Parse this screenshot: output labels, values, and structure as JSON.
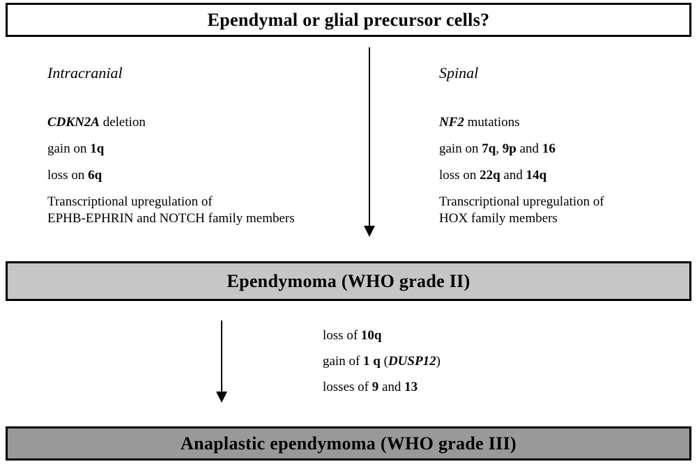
{
  "colors": {
    "background": "#ffffff",
    "text": "#000000",
    "box_border": "#000000",
    "top_box_fill": "#ffffff",
    "middle_box_fill": "#c6c6c6",
    "bottom_box_fill": "#999999"
  },
  "icons": {
    "main_arrow": "down-arrow",
    "progression_arrow": "down-arrow"
  },
  "boxes": {
    "precursor": {
      "label": "Ependymal or glial precursor cells?"
    },
    "ependymoma": {
      "label": "Ependymoma (WHO grade II)"
    },
    "anaplastic": {
      "label": "Anaplastic ependymoma (WHO grade III)"
    }
  },
  "columns": {
    "intracranial": {
      "heading": "Intracranial",
      "items": [
        {
          "segments": [
            {
              "text": "CDKN2A",
              "style": "bolditalic"
            },
            {
              "text": " deletion",
              "style": "normal"
            }
          ]
        },
        {
          "segments": [
            {
              "text": "gain on ",
              "style": "normal"
            },
            {
              "text": "1q",
              "style": "bold"
            }
          ]
        },
        {
          "segments": [
            {
              "text": "loss on ",
              "style": "normal"
            },
            {
              "text": "6q",
              "style": "bold"
            }
          ]
        },
        {
          "segments": [
            {
              "text": "Transcriptional upregulation of",
              "style": "normal"
            },
            {
              "text": "EPHB-EPHRIN and NOTCH family members",
              "style": "normal",
              "br": true
            }
          ]
        }
      ]
    },
    "spinal": {
      "heading": "Spinal",
      "items": [
        {
          "segments": [
            {
              "text": "NF2",
              "style": "bolditalic"
            },
            {
              "text": " mutations",
              "style": "normal"
            }
          ]
        },
        {
          "segments": [
            {
              "text": "gain on ",
              "style": "normal"
            },
            {
              "text": "7q",
              "style": "bold"
            },
            {
              "text": ", ",
              "style": "normal"
            },
            {
              "text": "9p",
              "style": "bold"
            },
            {
              "text": " and ",
              "style": "normal"
            },
            {
              "text": "16",
              "style": "bold"
            }
          ]
        },
        {
          "segments": [
            {
              "text": "loss on ",
              "style": "normal"
            },
            {
              "text": "22q",
              "style": "bold"
            },
            {
              "text": " and ",
              "style": "normal"
            },
            {
              "text": "14q",
              "style": "bold"
            }
          ]
        },
        {
          "segments": [
            {
              "text": "Transcriptional upregulation of",
              "style": "normal"
            },
            {
              "text": "HOX family members",
              "style": "normal",
              "br": true
            }
          ]
        }
      ]
    }
  },
  "progression_events": {
    "items": [
      {
        "segments": [
          {
            "text": "loss of ",
            "style": "normal"
          },
          {
            "text": "10q",
            "style": "bold"
          }
        ]
      },
      {
        "segments": [
          {
            "text": "gain of ",
            "style": "normal"
          },
          {
            "text": "1 q",
            "style": "bold"
          },
          {
            "text": " (",
            "style": "normal"
          },
          {
            "text": "DUSP12",
            "style": "bolditalic"
          },
          {
            "text": ")",
            "style": "normal"
          }
        ]
      },
      {
        "segments": [
          {
            "text": "losses of ",
            "style": "normal"
          },
          {
            "text": "9",
            "style": "bold"
          },
          {
            "text": " and ",
            "style": "normal"
          },
          {
            "text": "13",
            "style": "bold"
          }
        ]
      }
    ]
  }
}
